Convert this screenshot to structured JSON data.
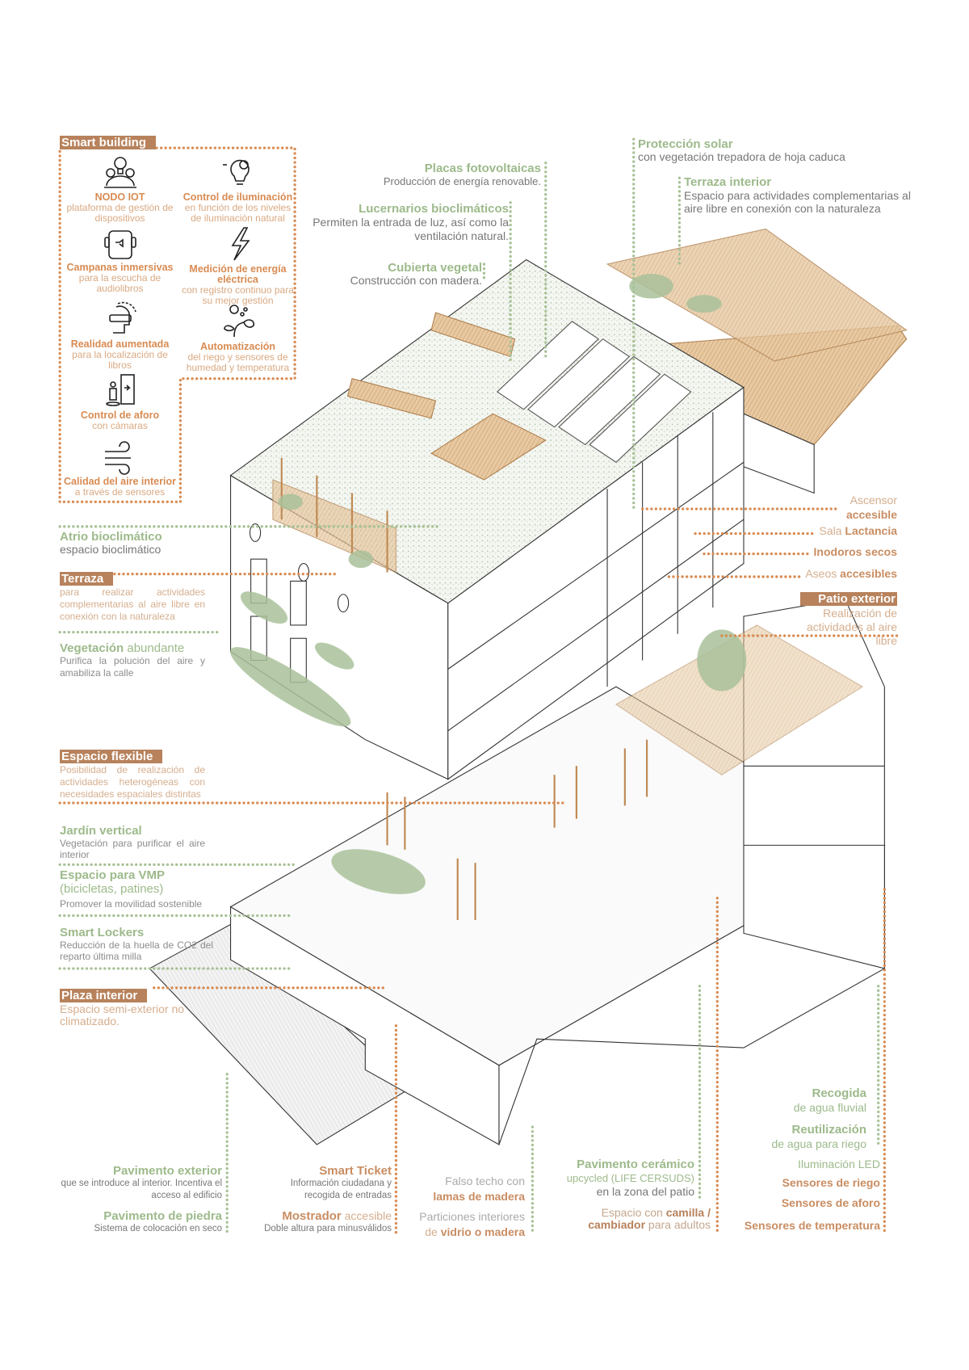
{
  "smart_building": {
    "title": "Smart building",
    "items": [
      {
        "icon": "iot-gears-bulb-icon",
        "title": "NODO IOT",
        "desc": "plataforma de gestión de dispositivos"
      },
      {
        "icon": "bulb-gear-icon",
        "title": "Control de iluminación",
        "desc": "en función de los niveles de iluminación natural"
      },
      {
        "icon": "audio-headphones-icon",
        "title": "Campanas inmersivas",
        "desc": "para la escucha de audiolibros"
      },
      {
        "icon": "lightning-icon",
        "title": "Medición de energía eléctrica",
        "desc": "con registro continuo para su mejor gestión"
      },
      {
        "icon": "vr-headset-icon",
        "title": "Realidad aumentada",
        "desc": "para la localización de libros"
      },
      {
        "icon": "plant-gear-icon",
        "title": "Automatización",
        "desc": "del riego y sensores de humedad y temperatura"
      },
      {
        "icon": "person-door-icon",
        "title": "Control de aforo",
        "desc": "con cámaras"
      },
      {
        "icon": "wind-icon",
        "title": "Calidad del aire interior",
        "desc": "a través de sensores"
      }
    ]
  },
  "top": {
    "placas": {
      "title": "Placas fotovoltaicas",
      "desc": "Producción de energía renovable."
    },
    "lucernarios": {
      "title": "Lucernarios bioclimáticos",
      "desc": "Permiten la entrada de luz, así como la ventilación natural."
    },
    "cubierta": {
      "title": "Cubierta vegetal",
      "desc": "Construcción con madera."
    },
    "proteccion": {
      "title": "Protección solar",
      "desc": "con vegetación trepadora de hoja caduca"
    },
    "terraza_interior": {
      "title": "Terraza interior",
      "desc": "Espacio para actividades complementarias al aire libre en conexión con la naturaleza"
    }
  },
  "left": {
    "atrio": {
      "title": "Atrio bioclimático",
      "desc": "espacio bioclimático"
    },
    "terraza": {
      "title": "Terraza",
      "desc": "para realizar actividades complementarias al aire libre en conexión con la naturaleza"
    },
    "vegetacion": {
      "title": "Vegetación",
      "title_rest": " abundante",
      "desc": "Purifica la polución del aire y amabiliza la calle"
    },
    "espacio_flexible": {
      "title": "Espacio flexible",
      "desc": "Posibilidad de realización de actividades heterogéneas con necesidades espaciales distintas"
    },
    "jardin": {
      "title": "Jardín vertical",
      "desc": "Vegetación para purificar el aire interior"
    },
    "vmp": {
      "title": "Espacio para VMP",
      "sub": "(bicicletas, patines)",
      "desc": "Promover la movilidad sostenible"
    },
    "lockers": {
      "title": "Smart Lockers",
      "desc": "Reducción de la huella de CO2 del reparto última milla"
    },
    "plaza": {
      "title": "Plaza interior",
      "desc": "Espacio semi-exterior no climatizado."
    }
  },
  "right": {
    "ascensor": {
      "line1": "Ascensor",
      "line2": "accesible"
    },
    "lactancia": {
      "pre": "Sala ",
      "bold": "Lactancia"
    },
    "inodoros": {
      "bold": "Inodoros secos"
    },
    "aseos": {
      "pre": "Aseos ",
      "bold": "accesibles"
    },
    "patio": {
      "title": "Patio exterior",
      "desc": "Realización de actividades al aire libre"
    }
  },
  "bottom": {
    "pav_exterior": {
      "title": "Pavimento exterior",
      "desc": "que se introduce al interior. Incentiva el acceso al edificio"
    },
    "pav_piedra": {
      "title": "Pavimento de piedra",
      "desc": "Sistema de colocación en seco"
    },
    "smart_ticket": {
      "title": "Smart Ticket",
      "desc": "Información ciudadana y recogida de entradas"
    },
    "mostrador": {
      "title": "Mostrador",
      "title_rest": " accesible",
      "desc": "Doble altura para minusválidos"
    },
    "falso_techo": {
      "pre": "Falso techo con",
      "bold": "lamas de madera"
    },
    "particiones": {
      "pre": "Particiones interiores",
      "pre2": "de ",
      "bold": "vidrio o madera"
    },
    "pav_ceramico": {
      "title": "Pavimento cerámico",
      "line2": "upcycled (LIFE CERSUDS)",
      "line3": "en la zona del patio"
    },
    "camilla": {
      "pre": "Espacio con ",
      "bold": "camilla /",
      "bold2": "cambiador",
      "post": " para adultos"
    },
    "recogida": {
      "title": "Recogida",
      "desc": "de agua fluvial"
    },
    "reutilizacion": {
      "title": "Reutilización",
      "desc": "de agua para riego"
    },
    "led": "Iluminación LED",
    "sens_riego": "Sensores de riego",
    "sens_aforo": "Sensores de aforo",
    "sens_temp": "Sensores de temperatura"
  },
  "colors": {
    "orange": "#d88b52",
    "brown_tag": "#b7825c",
    "green": "#9dba8b",
    "grey": "#8c8c8c",
    "wood": "#e2bf93"
  }
}
